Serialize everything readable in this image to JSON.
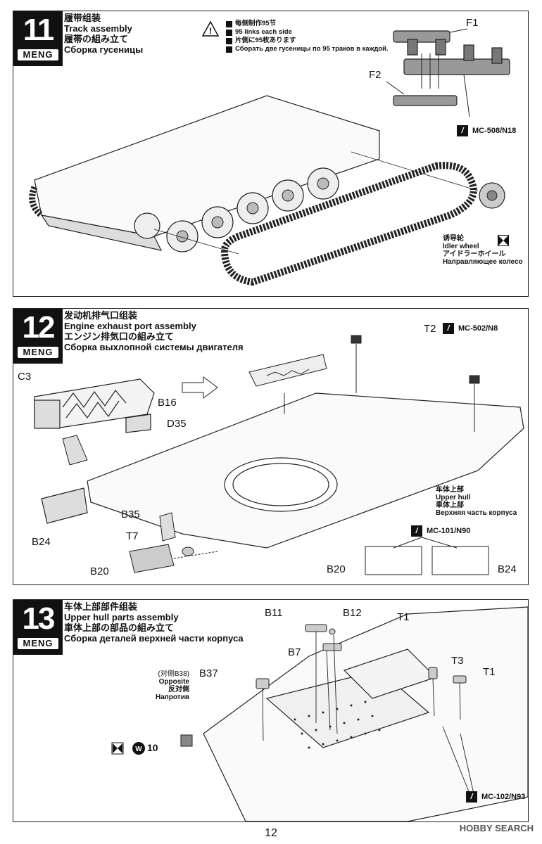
{
  "brand": "MENG",
  "steps": [
    {
      "number": "11",
      "title_cn": "履带组装",
      "title_en": "Track assembly",
      "title_jp": "履帯の組み立て",
      "title_ru": "Сборка гусеницы",
      "notes": [
        "每侧制作95节",
        "95 links each side",
        "片側に95枚あります",
        "Сборать две гусеницы по 95 траков в каждой."
      ],
      "labels": {
        "f1": "F1",
        "f2": "F2"
      },
      "ref": "MC-508/N18",
      "idler": {
        "cn": "诱导轮",
        "en": "Idler wheel",
        "jp": "アイドラーホイール",
        "ru": "Направляющее колесо"
      }
    },
    {
      "number": "12",
      "title_cn": "发动机排气口组装",
      "title_en": "Engine exhaust port assembly",
      "title_jp": "エンジン排気口の組み立て",
      "title_ru": "Сборка выхлопной системы двигателя",
      "labels": {
        "c3": "C3",
        "b16": "B16",
        "d35": "D35",
        "b24": "B24",
        "b35": "B35",
        "t7": "T7",
        "b20": "B20",
        "t2": "T2",
        "b20b": "B20",
        "b24b": "B24"
      },
      "ref1": "MC-502/N8",
      "ref2": "MC-101/N90",
      "upper_hull": {
        "cn": "车体上部",
        "en": "Upper hull",
        "jp": "車体上部",
        "ru": "Верхняя часть корпуса"
      }
    },
    {
      "number": "13",
      "title_cn": "车体上部部件组装",
      "title_en": "Upper hull parts assembly",
      "title_jp": "車体上部の部品の組み立て",
      "title_ru": "Сборка деталей верхней части корпуса",
      "labels": {
        "b11": "B11",
        "b12": "B12",
        "b7": "B7",
        "b37": "B37",
        "t1a": "T1",
        "t3": "T3",
        "t1b": "T1",
        "w10": "10"
      },
      "opposite": {
        "cn": "(对侧B38)",
        "en": "Opposite",
        "jp": "反対側",
        "ru": "Напротив"
      },
      "ref": "MC-102/N93"
    }
  ],
  "page_number": "12",
  "watermark": "HOBBY SEARCH"
}
